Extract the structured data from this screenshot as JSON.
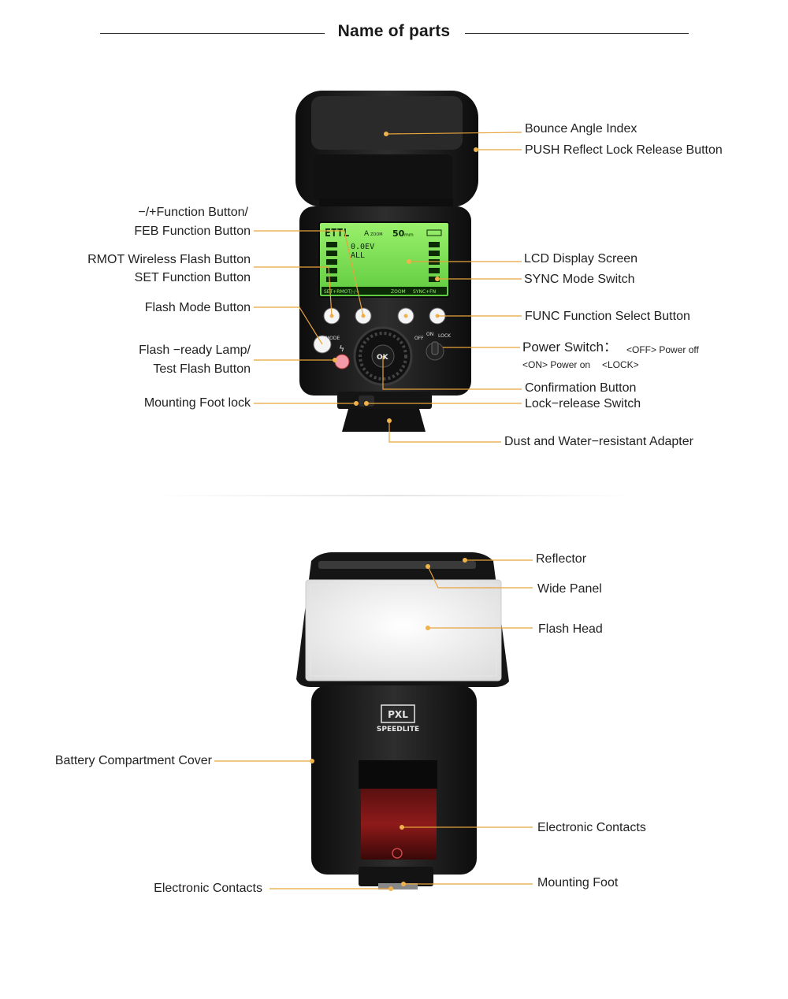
{
  "header": {
    "title": "Name of parts"
  },
  "back_view": {
    "lcd": {
      "mode": "ETTL",
      "zoom": "A",
      "zoom_sub": "ZOOM",
      "focal": "50",
      "focal_unit": "mm",
      "line1": "0.0EV",
      "line2": "ALL",
      "footer_left": "SET+RMOT/-/+",
      "footer_mid": "ZOOM",
      "footer_right": "SYNC+FN"
    },
    "panel_marks": {
      "mode": "MODE",
      "ok": "OK",
      "off": "OFF",
      "on": "ON",
      "lock": "LOCK"
    },
    "labels_left": {
      "func_button_1": "−/+Function Button/",
      "func_button_2": "FEB Function Button",
      "rmot_1": "RMOT Wireless Flash Button",
      "rmot_2": "SET Function Button",
      "flash_mode": "Flash Mode Button",
      "lamp_1": "Flash −ready Lamp/",
      "lamp_2": "Test Flash Button",
      "foot_lock": "Mounting Foot lock"
    },
    "labels_right": {
      "bounce": "Bounce Angle Index",
      "push": "PUSH Reflect Lock Release Button",
      "lcd": "LCD Display Screen",
      "sync": "SYNC Mode Switch",
      "func_select": "FUNC Function Select Button",
      "power": "Power Switch：",
      "power_off": "<OFF> Power off",
      "power_on": "<ON> Power on",
      "power_lock": "<LOCK>",
      "confirm": "Confirmation Button",
      "lock_release": "Lock−release Switch",
      "adapter": "Dust and Water−resistant Adapter"
    }
  },
  "front_view": {
    "brand_logo": "PXL",
    "brand_text": "SPEEDLITE",
    "labels_right": {
      "reflector": "Reflector",
      "wide_panel": "Wide Panel",
      "flash_head": "Flash Head",
      "contacts": "Electronic Contacts",
      "mount_foot": "Mounting Foot"
    },
    "labels_left": {
      "battery": "Battery Compartment Cover",
      "contacts": "Electronic Contacts"
    }
  },
  "colors": {
    "leader": "#e8a33a",
    "lcd": "#7ee05a",
    "body": "#1c1c1c",
    "diffuser": "#f2f2f2"
  }
}
